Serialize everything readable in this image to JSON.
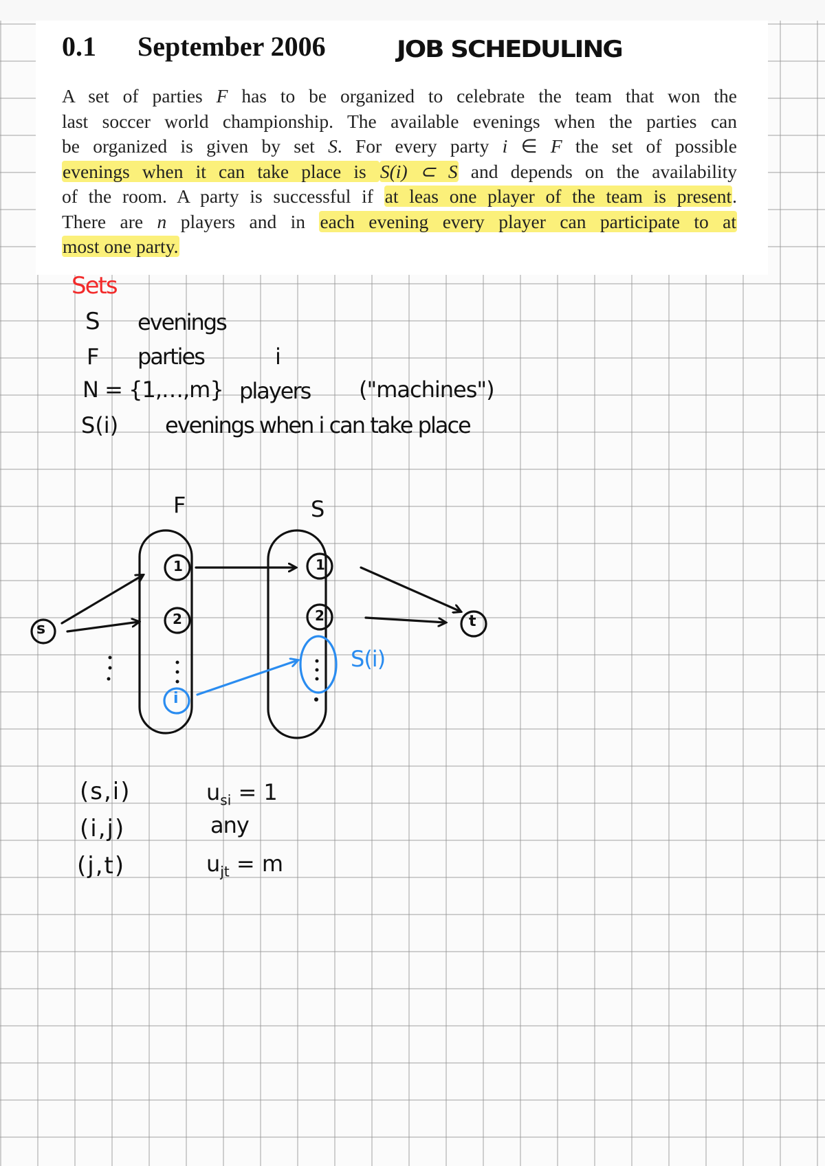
{
  "document": {
    "section_number": "0.1",
    "section_title": "September 2006",
    "handwritten_title": "JOB SCHEDULING",
    "paragraph_lines": [
      [
        {
          "t": "A set of parties "
        },
        {
          "t": "F",
          "math": true
        },
        {
          "t": " has to be organized to celebrate the team that won the"
        }
      ],
      [
        {
          "t": "last soccer world championship. The available evenings when the parties can"
        }
      ],
      [
        {
          "t": "be organized is given by set "
        },
        {
          "t": "S",
          "math": true
        },
        {
          "t": ". For every party "
        },
        {
          "t": "i",
          "math": true
        },
        {
          "t": " ∈ "
        },
        {
          "t": "F",
          "math": true
        },
        {
          "t": " the set of possible"
        }
      ],
      [
        {
          "t": "evenings when it can take place is ",
          "hl": true
        },
        {
          "t": "S(i) ⊂ S",
          "math": true,
          "hl": true
        },
        {
          "t": " and depends on the availability"
        }
      ],
      [
        {
          "t": "of the room. A party is successful if "
        },
        {
          "t": "at leas one player of the team is present",
          "hl": true
        },
        {
          "t": "."
        }
      ],
      [
        {
          "t": "There are "
        },
        {
          "t": "n",
          "math": true
        },
        {
          "t": " players and in "
        },
        {
          "t": "each evening every player can participate to at",
          "hl": true
        }
      ],
      [
        {
          "t": "most one party.",
          "hl": true
        }
      ]
    ],
    "highlight_color": "#fbf07a"
  },
  "notes": {
    "sets_heading": "Sets",
    "sets": [
      {
        "symbol": "S",
        "meaning": "evenings",
        "index": ""
      },
      {
        "symbol": "F",
        "meaning": "parties",
        "index": "i"
      },
      {
        "symbol": "N = {1,…,m}",
        "meaning": "players",
        "note": "(\"machines\")"
      },
      {
        "symbol": "S(i)",
        "meaning": "evenings when i can take place"
      }
    ],
    "arcs": [
      {
        "arc": "(s,i)",
        "capacity": "u_si = 1"
      },
      {
        "arc": "(i,j)",
        "capacity": "any"
      },
      {
        "arc": "(j,t)",
        "capacity": "u_jt = m"
      }
    ]
  },
  "diagram": {
    "source": "s",
    "sink": "t",
    "left_set_label": "F",
    "right_set_label": "S",
    "left_nodes": [
      "1",
      "2",
      "⋮",
      "i"
    ],
    "right_nodes": [
      "1",
      "2",
      "⋮"
    ],
    "subset_label": "S(i)",
    "dots": "⋮",
    "colors": {
      "ink": "#111111",
      "accent_red": "#f22a2a",
      "accent_blue": "#2a8cf0"
    }
  }
}
